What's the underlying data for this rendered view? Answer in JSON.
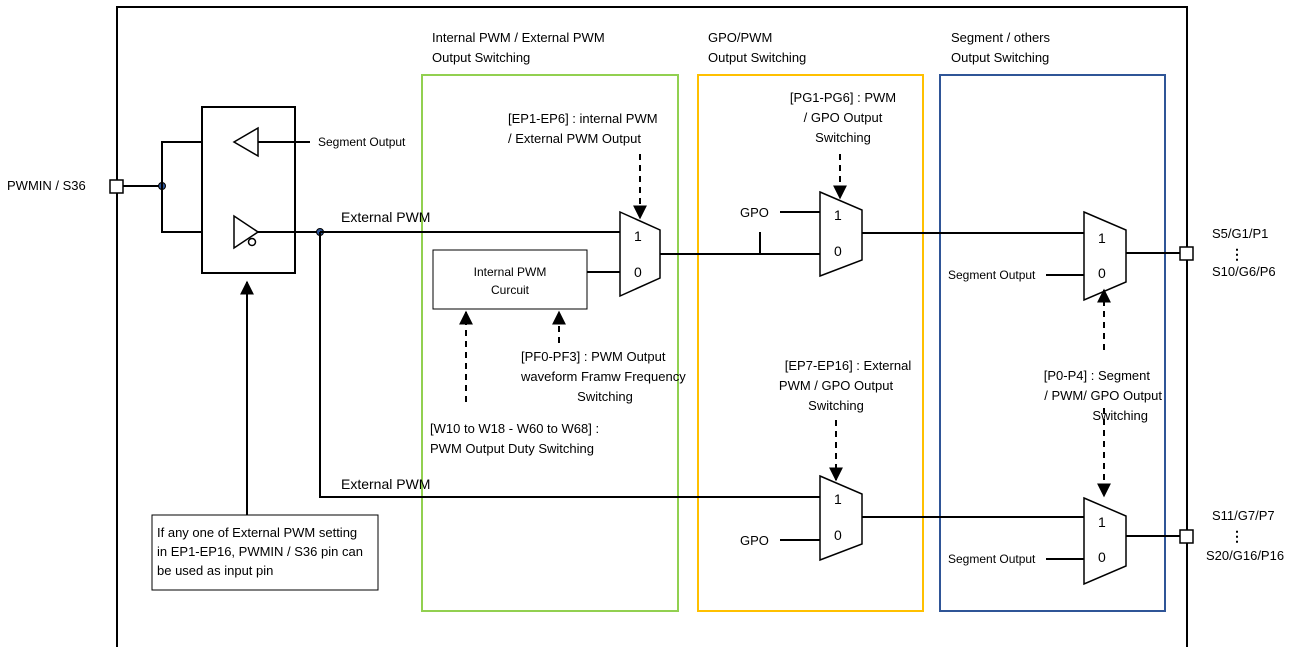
{
  "pins": {
    "input": "PWMIN / S36",
    "out_top_1": "S5/G1/P1",
    "out_top_dots": "⋮",
    "out_top_2": "S10/G6/P6",
    "out_bot_1": "S11/G7/P7",
    "out_bot_dots": "⋮",
    "out_bot_2": "S20/G16/P16"
  },
  "regions": {
    "green_line1": "Internal PWM / External PWM",
    "green_line2": "Output Switching",
    "yellow_line1": "GPO/PWM",
    "yellow_line2": "Output  Switching",
    "blue_line1": "Segment  / others",
    "blue_line2": "Output Switching",
    "colors": {
      "green": "#92D050",
      "yellow": "#FFC000",
      "blue": "#2F5597"
    }
  },
  "buffer": {
    "segment_output": "Segment Output",
    "external_pwm_top": "External PWM",
    "external_pwm_bottom": "External PWM"
  },
  "internal_pwm": {
    "line1": "Internal PWM",
    "line2": "Curcuit"
  },
  "mux_labels": {
    "one": "1",
    "zero": "0"
  },
  "signals": {
    "gpo_top": "GPO",
    "gpo_bottom": "GPO",
    "seg_top": "Segment Output",
    "seg_bottom": "Segment Output"
  },
  "annotations": {
    "ep1_line1": "[EP1-EP6] : internal PWM",
    "ep1_line2": "/ External PWM Output",
    "pg_line1": "[PG1-PG6] : PWM",
    "pg_line2": "/ GPO Output",
    "pg_line3": "Switching",
    "pf_line1": "[PF0-PF3] : PWM Output",
    "pf_line2": "waveform  Framw Frequency",
    "pf_line3": "Switching",
    "w_line1": "[W10 to W18 - W60 to W68] :",
    "w_line2": "PWM Output Duty Switching",
    "ep7_line1": "[EP7-EP16] : External",
    "ep7_line2": "PWM / GPO Output",
    "ep7_line3": "Switching",
    "p0_line1": "[P0-P4] : Segment",
    "p0_line2": "/ PWM/ GPO Output",
    "p0_line3": "Switching"
  },
  "note": {
    "line1": "If any one of External PWM setting",
    "line2": "in EP1-EP16,  PWMIN / S36 pin can",
    "line3": "be used  as input pin"
  }
}
